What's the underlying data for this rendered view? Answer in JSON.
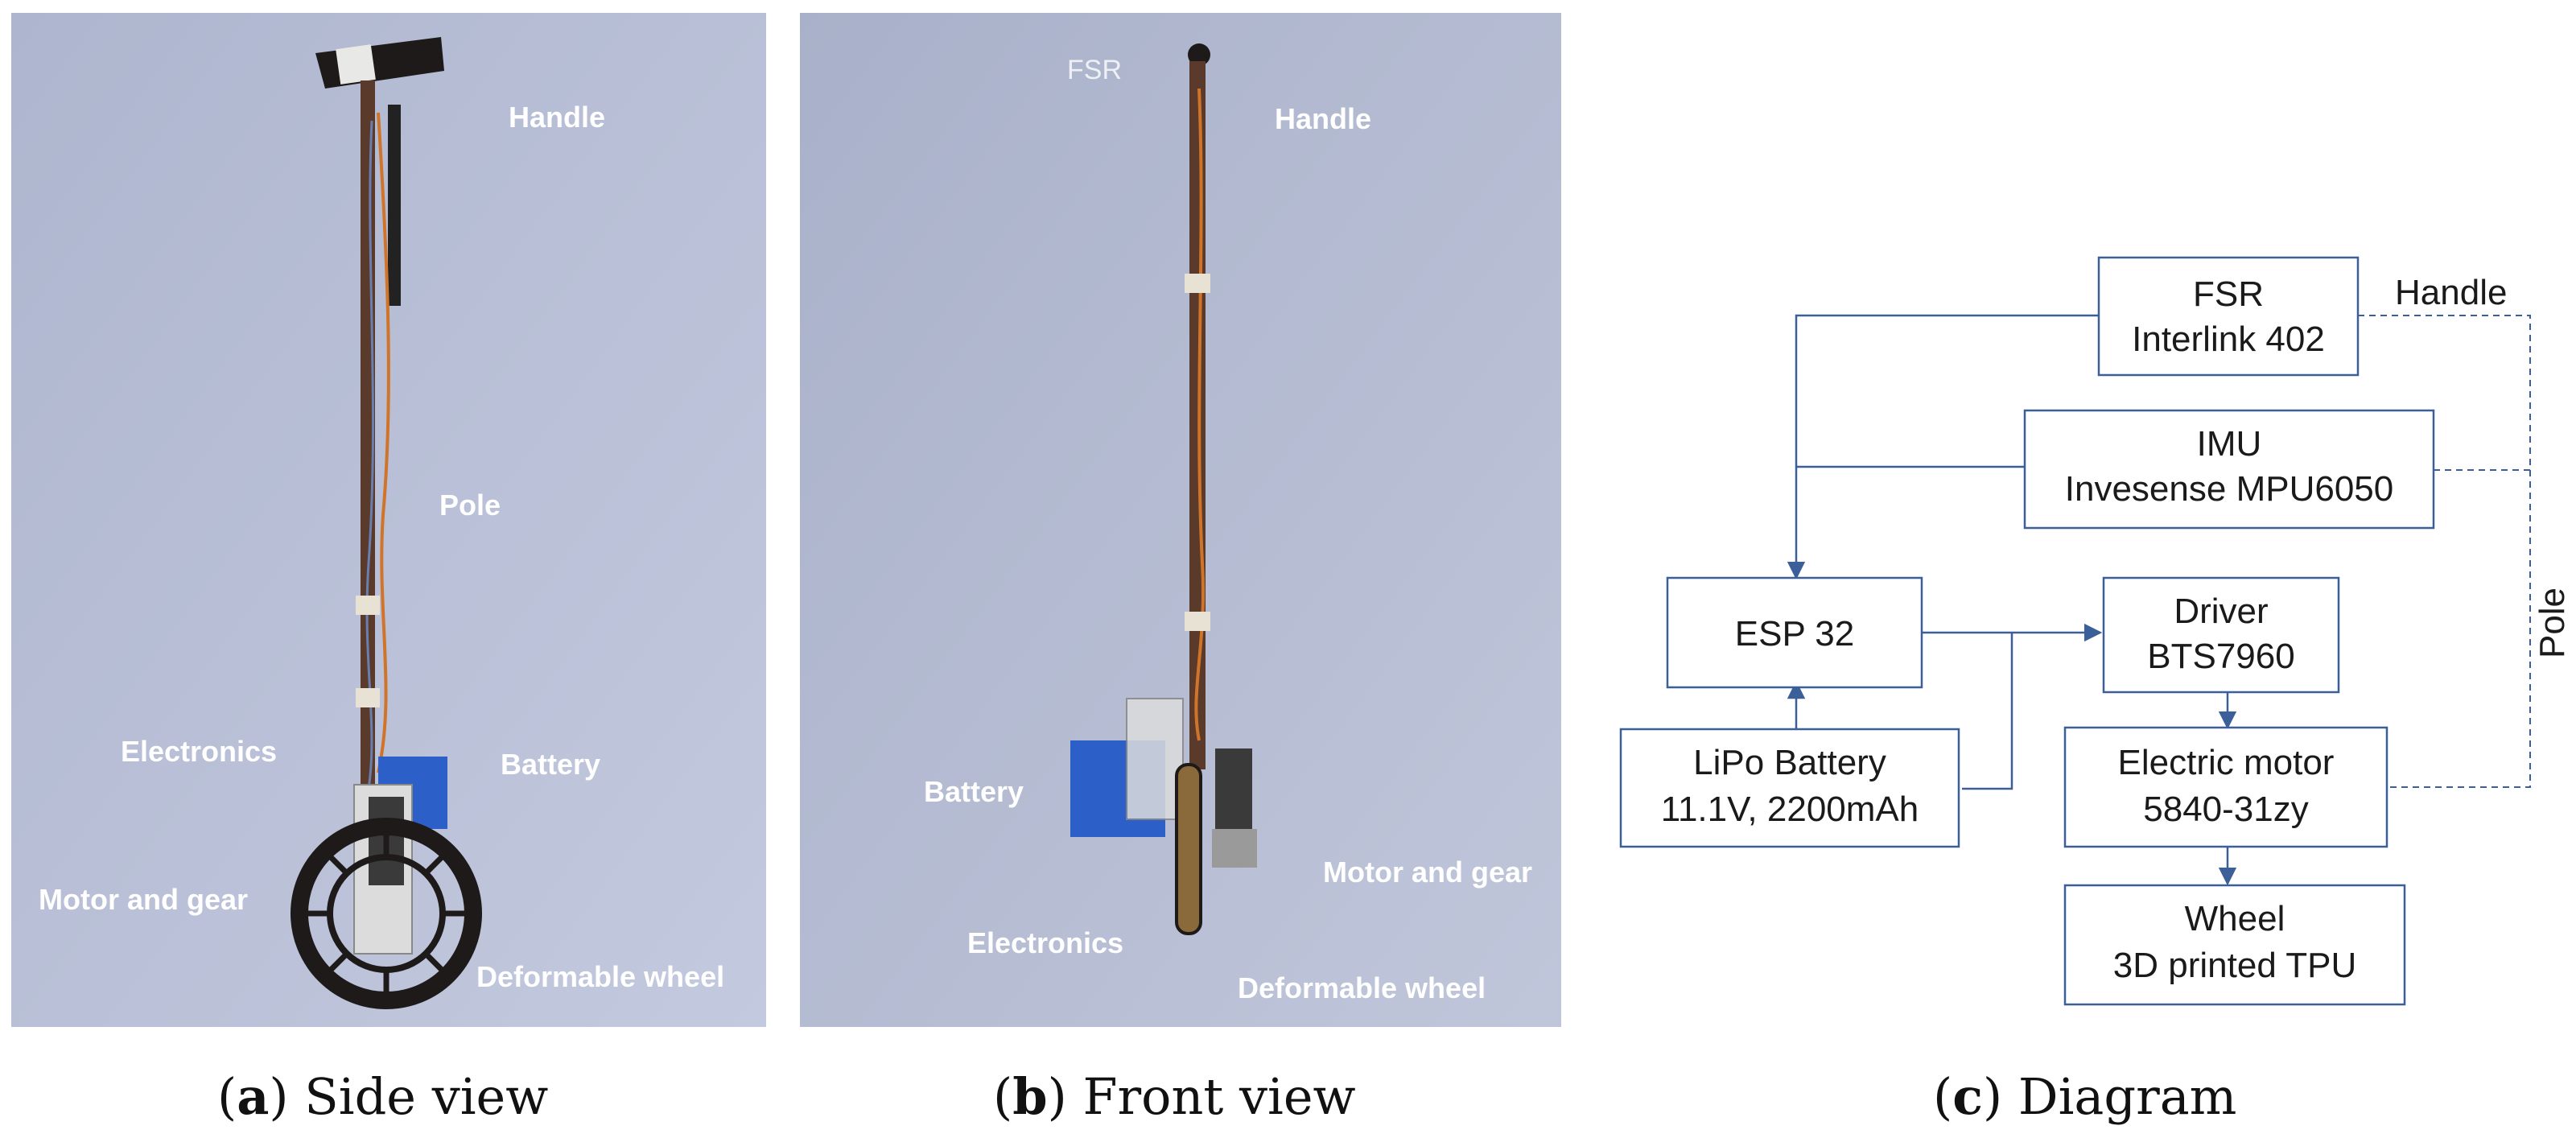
{
  "panel_a": {
    "labels": {
      "handle": "Handle",
      "pole": "Pole",
      "electronics": "Electronics",
      "battery": "Battery",
      "motor_gear": "Motor and gear",
      "deformable_wheel": "Deformable wheel"
    },
    "caption_letter": "a",
    "caption_text": " Side view"
  },
  "panel_b": {
    "labels": {
      "fsr": "FSR",
      "handle": "Handle",
      "battery": "Battery",
      "motor_gear": "Motor and gear",
      "electronics": "Electronics",
      "deformable_wheel": "Deformable wheel"
    },
    "caption_letter": "b",
    "caption_text": " Front view"
  },
  "panel_c": {
    "nodes": {
      "fsr": {
        "line1": "FSR",
        "line2": "Interlink 402"
      },
      "imu": {
        "line1": "IMU",
        "line2": "Invesense MPU6050"
      },
      "esp": {
        "line1": "ESP 32"
      },
      "driver": {
        "line1": "Driver",
        "line2": "BTS7960"
      },
      "lipo": {
        "line1": "LiPo Battery",
        "line2": "11.1V, 2200mAh"
      },
      "motor": {
        "line1": "Electric motor",
        "line2": "5840-31zy"
      },
      "wheel": {
        "line1": "Wheel",
        "line2": "3D printed TPU"
      }
    },
    "side_labels": {
      "handle": "Handle",
      "pole": "Pole"
    },
    "caption_letter": "c",
    "caption_text": " Diagram"
  },
  "colors": {
    "photo_background": "#b7bfd6",
    "frame_dark": "#1e1a1a",
    "pole_brown": "#5a3a2a",
    "battery_blue": "#2d5fc8",
    "wire_orange": "#d0742a",
    "diagram_stroke": "#3b5f99"
  }
}
